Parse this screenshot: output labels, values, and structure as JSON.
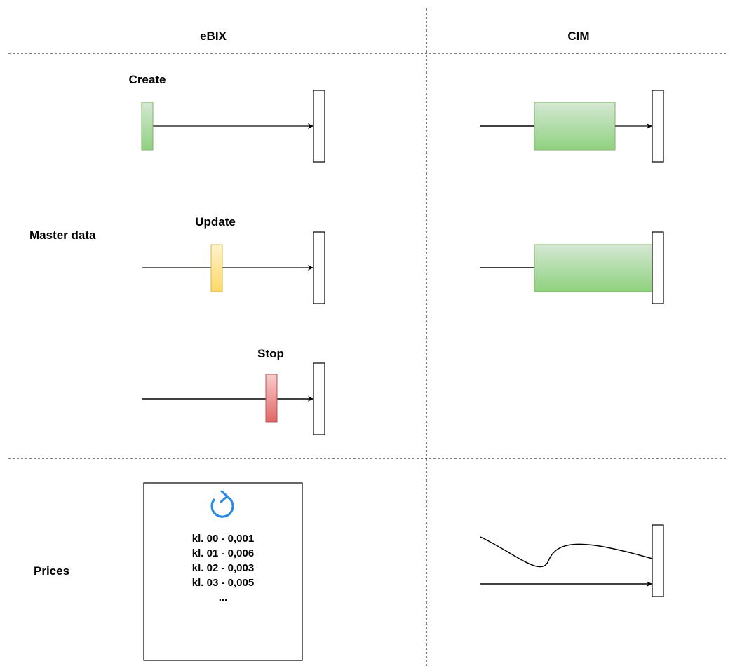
{
  "headers": {
    "left": "eBIX",
    "right": "CIM"
  },
  "rows": {
    "master_data": "Master data",
    "prices": "Prices"
  },
  "operations": {
    "create": "Create",
    "update": "Update",
    "stop": "Stop"
  },
  "price_list": {
    "icon": "refresh-icon",
    "lines": [
      "kl. 00 - 0,001",
      "kl. 01 - 0,006",
      "kl. 02 - 0,003",
      "kl. 03 - 0,005",
      "..."
    ]
  },
  "colors": {
    "create_fill": "#8fd17f",
    "create_stroke": "#82b366",
    "update_fill": "#fde08a",
    "update_stroke": "#d6b656",
    "stop_fill": "#e06666",
    "stop_stroke": "#b85450",
    "refresh_icon": "#2a8ae6"
  }
}
